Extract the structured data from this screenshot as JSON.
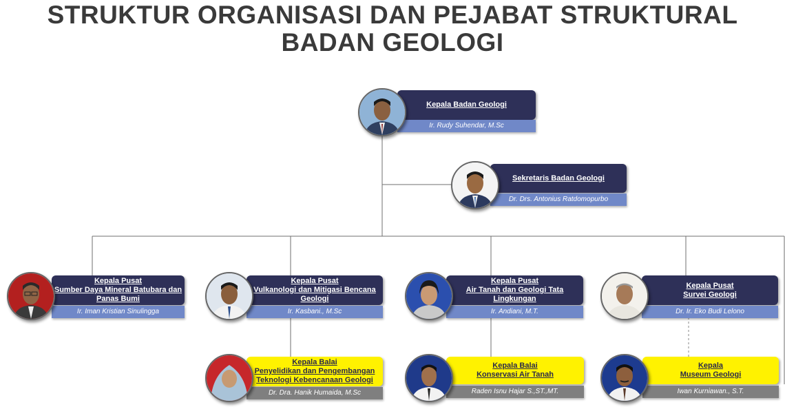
{
  "title": {
    "line1": "STRUKTUR ORGANISASI DAN PEJABAT STRUKTURAL",
    "line2": "BADAN GEOLOGI"
  },
  "colors": {
    "dark_box": "#2e3058",
    "blue_bar": "#7088c8",
    "yellow_box": "#fff200",
    "gray_bar": "#7f7f7f"
  },
  "nodes": {
    "kepala": {
      "title_lines": [
        "Kepala Badan Geologi"
      ],
      "name": "Ir. Rudy Suhendar, M.Sc",
      "photo": "portrait-photo"
    },
    "sekretaris": {
      "title_lines": [
        "Sekretaris Badan Geologi"
      ],
      "name": "Dr. Drs. Antonius Ratdomopurbo",
      "photo": "portrait-photo"
    },
    "psdmbp": {
      "title_lines": [
        "Kepala Pusat",
        "Sumber Daya Mineral Batubara dan",
        "Panas Bumi"
      ],
      "name": "Ir. Iman Kristian Sinulingga",
      "photo": "portrait-photo"
    },
    "pvmbg": {
      "title_lines": [
        "Kepala Pusat",
        "Vulkanologi dan Mitigasi Bencana",
        "Geologi"
      ],
      "name": "Ir. Kasbani., M.Sc",
      "photo": "portrait-photo"
    },
    "pat": {
      "title_lines": [
        "Kepala Pusat",
        "Air Tanah dan Geologi Tata Lingkungan"
      ],
      "name": "Ir. Andiani, M.T.",
      "photo": "portrait-photo"
    },
    "psg": {
      "title_lines": [
        "Kepala Pusat",
        "Survei Geologi"
      ],
      "name": "Dr. Ir. Eko Budi Lelono",
      "photo": "portrait-photo"
    },
    "bpptkg": {
      "title_lines": [
        "Kepala Balai",
        "Penyelidikan dan Pengembangan",
        "Teknologi Kebencanaan Geologi"
      ],
      "name": "Dr. Dra. Hanik Humaida, M.Sc",
      "photo": "portrait-photo"
    },
    "bkat": {
      "title_lines": [
        "Kepala Balai",
        "Konservasi Air Tanah"
      ],
      "name": "Raden Isnu Hajar S.,ST.,MT.",
      "photo": "portrait-photo"
    },
    "museum": {
      "title_lines": [
        "Kepala",
        "Museum Geologi"
      ],
      "name": "Iwan Kurniawan., S.T.",
      "photo": "portrait-photo"
    }
  }
}
